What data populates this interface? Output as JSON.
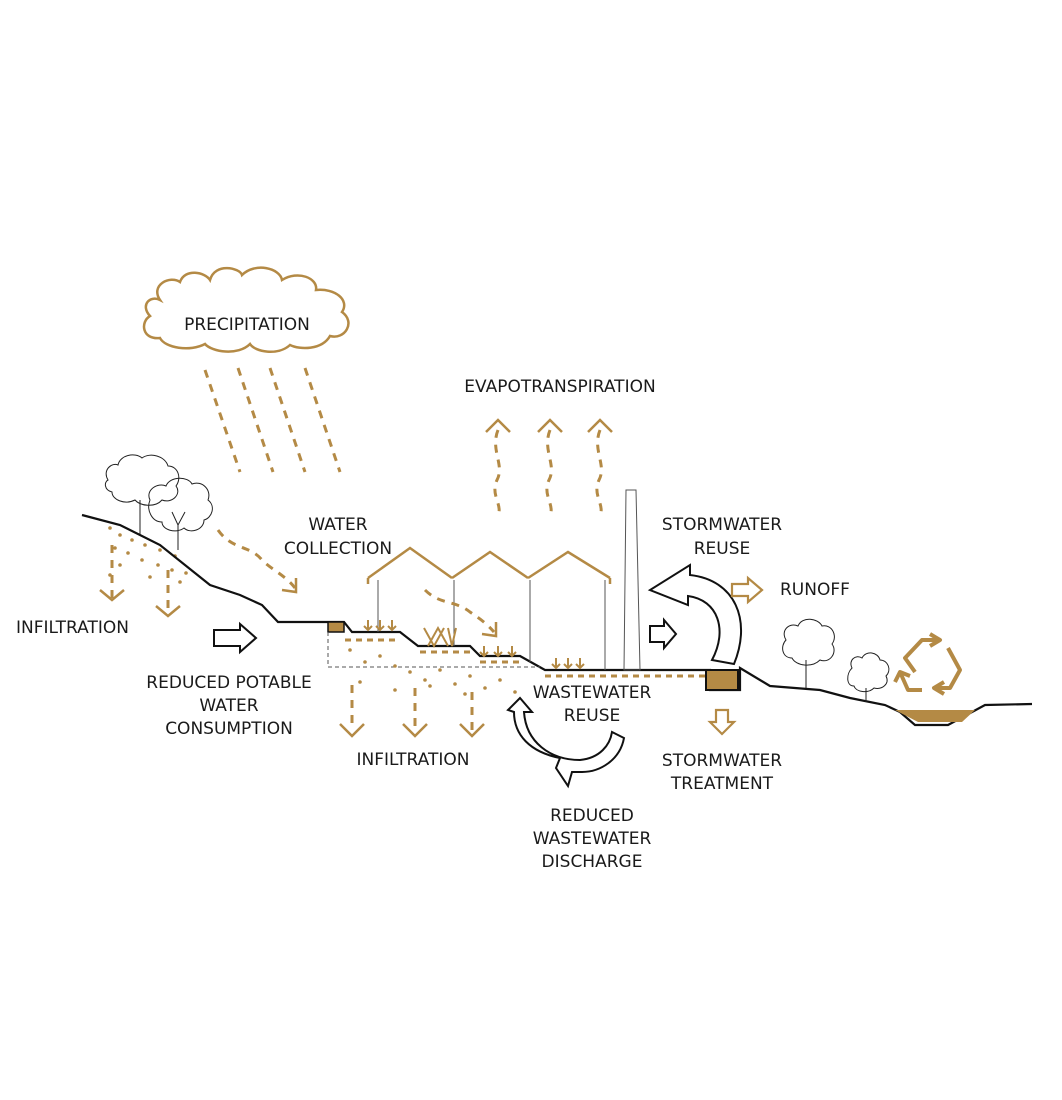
{
  "labels": {
    "precipitation": "PRECIPITATION",
    "evapotranspiration": "EVAPOTRANSPIRATION",
    "water_collection": [
      "WATER",
      "COLLECTION"
    ],
    "stormwater_reuse": [
      "STORMWATER",
      "REUSE"
    ],
    "runoff": "RUNOFF",
    "infiltration_left": "INFILTRATION",
    "reduced_potable": [
      "REDUCED POTABLE",
      "WATER",
      "CONSUMPTION"
    ],
    "infiltration_center": "INFILTRATION",
    "wastewater_reuse": [
      "WASTEWATER",
      "REUSE"
    ],
    "stormwater_treatment": [
      "STORMWATER",
      "TREATMENT"
    ],
    "reduced_wastewater": [
      "REDUCED",
      "WASTEWATER",
      "DISCHARGE"
    ]
  },
  "colors": {
    "accent": "#b48a45",
    "line": "#111111",
    "background": "#ffffff"
  },
  "icons": [
    "cloud-icon",
    "tree-icon",
    "recycle-icon",
    "arrow-icon",
    "building-icon",
    "chimney-icon",
    "pond-icon"
  ]
}
